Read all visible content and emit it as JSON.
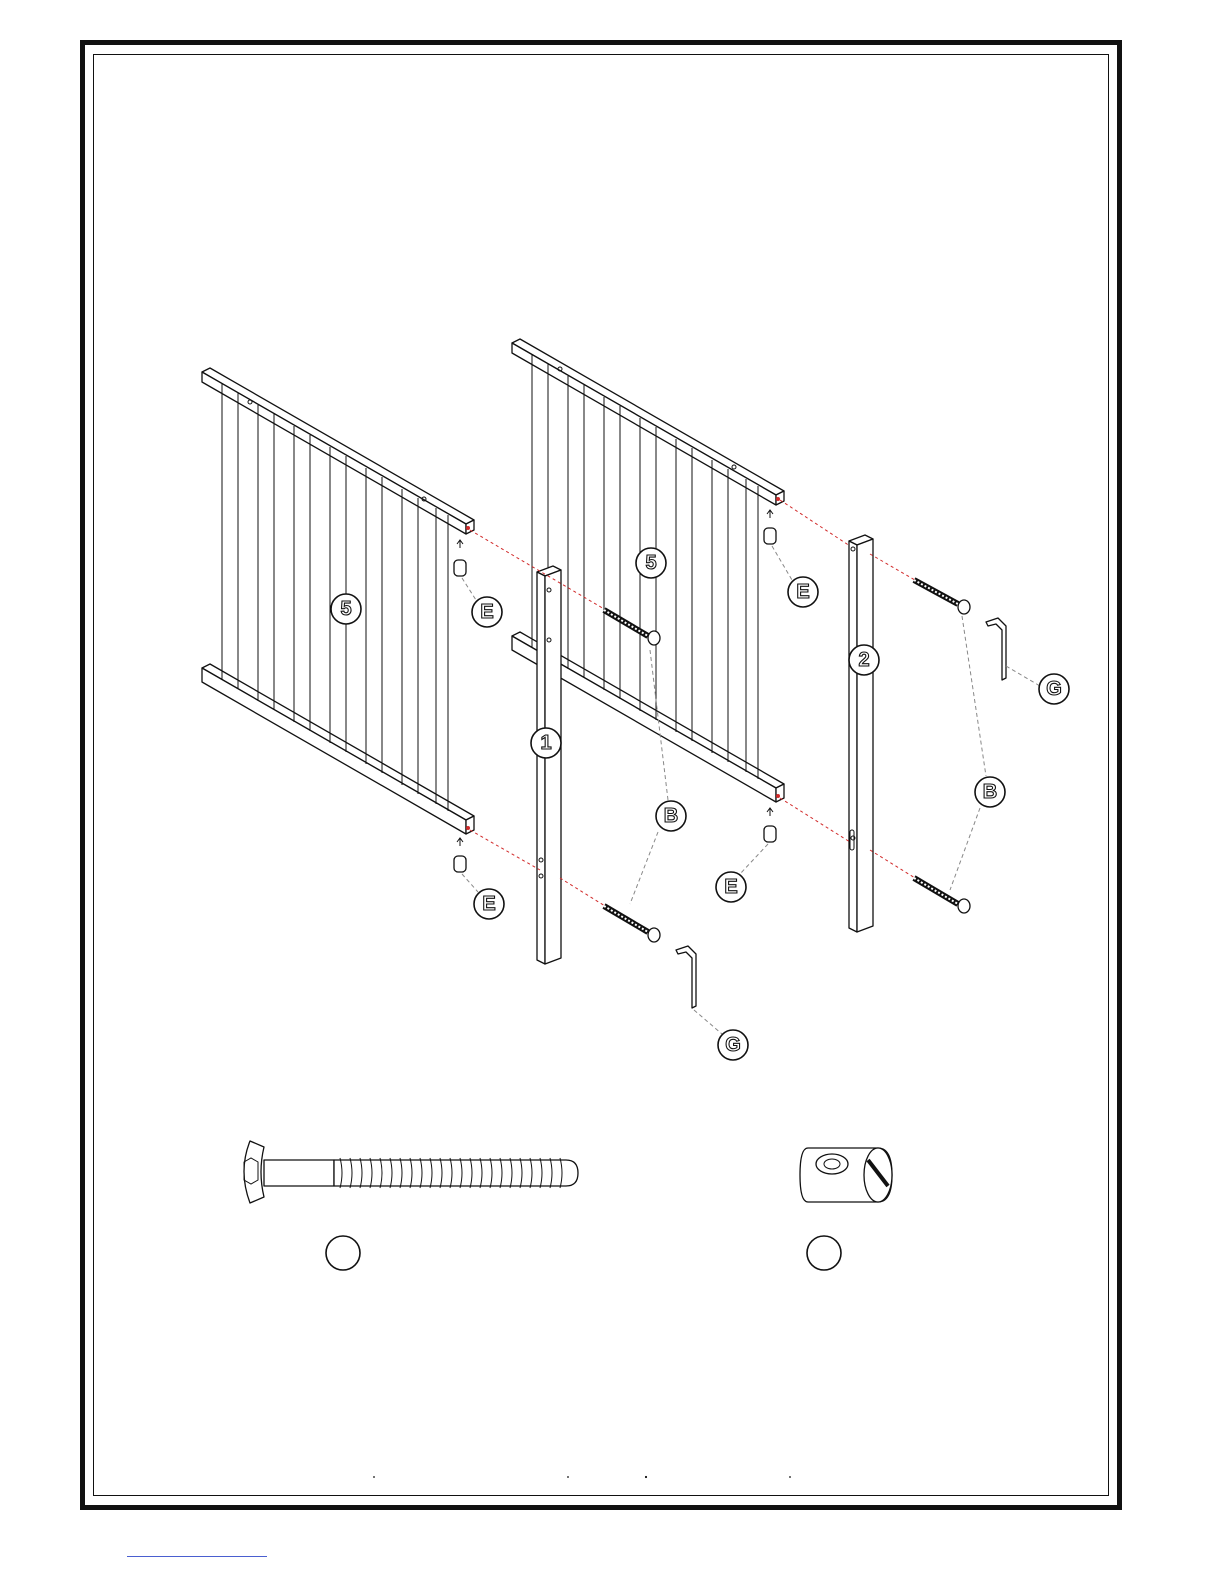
{
  "labels": {
    "side_panel_left": "5",
    "side_panel_right": "5",
    "post_left": "1",
    "post_right": "2",
    "bolt_callouts": [
      "B",
      "B"
    ],
    "barrel_nut_callouts": [
      "E",
      "E",
      "E",
      "E"
    ],
    "allen_key_callouts": [
      "G",
      "G"
    ],
    "hardware_detail_bolt_label": "",
    "hardware_detail_nut_label": ""
  },
  "icons": [
    "bolt-icon",
    "barrel-nut-icon",
    "allen-key-icon"
  ],
  "colors": {
    "outline": "#111111",
    "alignment_line": "#d12a2a",
    "leader_line": "#888888",
    "link_underline": "#4a5fd0"
  }
}
